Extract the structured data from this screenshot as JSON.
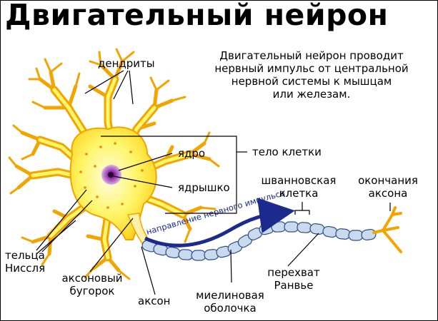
{
  "title": "Двигательный нейрон",
  "description": [
    "Двигательный нейрон проводит",
    "нервный импульс от центральной",
    "нервной системы к мышцам",
    "или железам."
  ],
  "labels": {
    "dendrites": "дендриты",
    "nucleus": "ядро",
    "cell_body": "тело клетки",
    "nucleolus": "ядрышко",
    "schwann_cell": [
      "шванновская",
      "клетка"
    ],
    "axon_endings": [
      "окончания",
      "аксона"
    ],
    "impulse_direction": "направление нервного импульса",
    "nissl_bodies": [
      "тельца",
      "Ниссля"
    ],
    "axon_hillock": [
      "аксоновый",
      "бугорок"
    ],
    "axon": "аксон",
    "myelin_sheath": [
      "миелиновая",
      "оболочка"
    ],
    "node_of_ranvier": [
      "перехват",
      "Ранвье"
    ]
  },
  "colors": {
    "soma_fill": "#fff568",
    "soma_stroke": "#f2a400",
    "nucleus": "#9c3fb0",
    "myelin": "#c9d9ee",
    "myelin_stroke": "#2f4f86",
    "arrow": "#1b2a8c"
  }
}
